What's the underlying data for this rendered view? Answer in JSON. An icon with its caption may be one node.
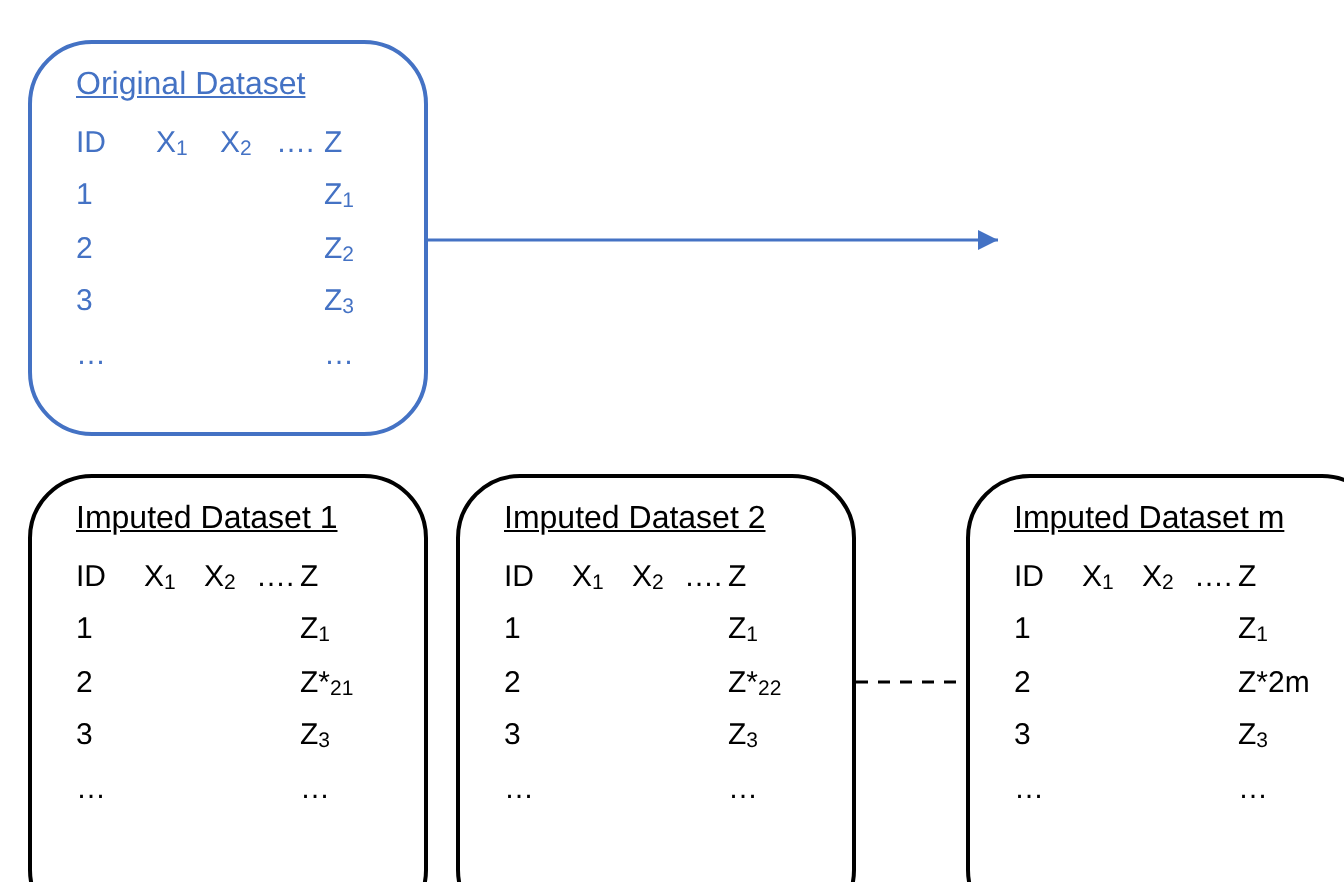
{
  "diagram": {
    "nodes": [
      {
        "text": [
          "Original Dataset",
          "ID",
          "X$_{1}$",
          "X$_{2}$",
          "….",
          "Z",
          "1",
          "Z$_{1}$",
          "2",
          "Z$_{2}$",
          "3",
          "Z$_{3}$",
          "…",
          "…"
        ]
      },
      {
        "text": [
          "Imputed Dataset 1",
          "ID",
          "X$_{1}$",
          "X$_{2}$",
          "….",
          "Z",
          "1",
          "Z$_{1}$",
          "2",
          "Z*$_{21}$",
          "3",
          "Z$_{3}$",
          "…",
          "…"
        ]
      },
      {
        "text": [
          "Imputed Dataset 2",
          "ID",
          "X$_{1}$",
          "X$_{2}$",
          "….",
          "Z",
          "1",
          "Z$_{1}$",
          "2",
          "Z*$_{22}$",
          "3",
          "Z$_{3}$",
          "…",
          "…"
        ]
      },
      {
        "text": [
          "Imputed Dataset m",
          "ID",
          "X$_{1}$",
          "X$_{2}$",
          "….",
          "Z",
          "1",
          "Z$_{1}$",
          "2",
          "Z*2m",
          "3",
          "Z$_{3}$",
          "…",
          "…"
        ]
      }
    ],
    "edges": [
      {
        "from": 0,
        "to": null,
        "arrow": "to",
        "color": "#4472c4"
      },
      {
        "from": 2,
        "to": 3,
        "arrow": "none",
        "style": "dashed",
        "color": "#000000"
      }
    ]
  }
}
